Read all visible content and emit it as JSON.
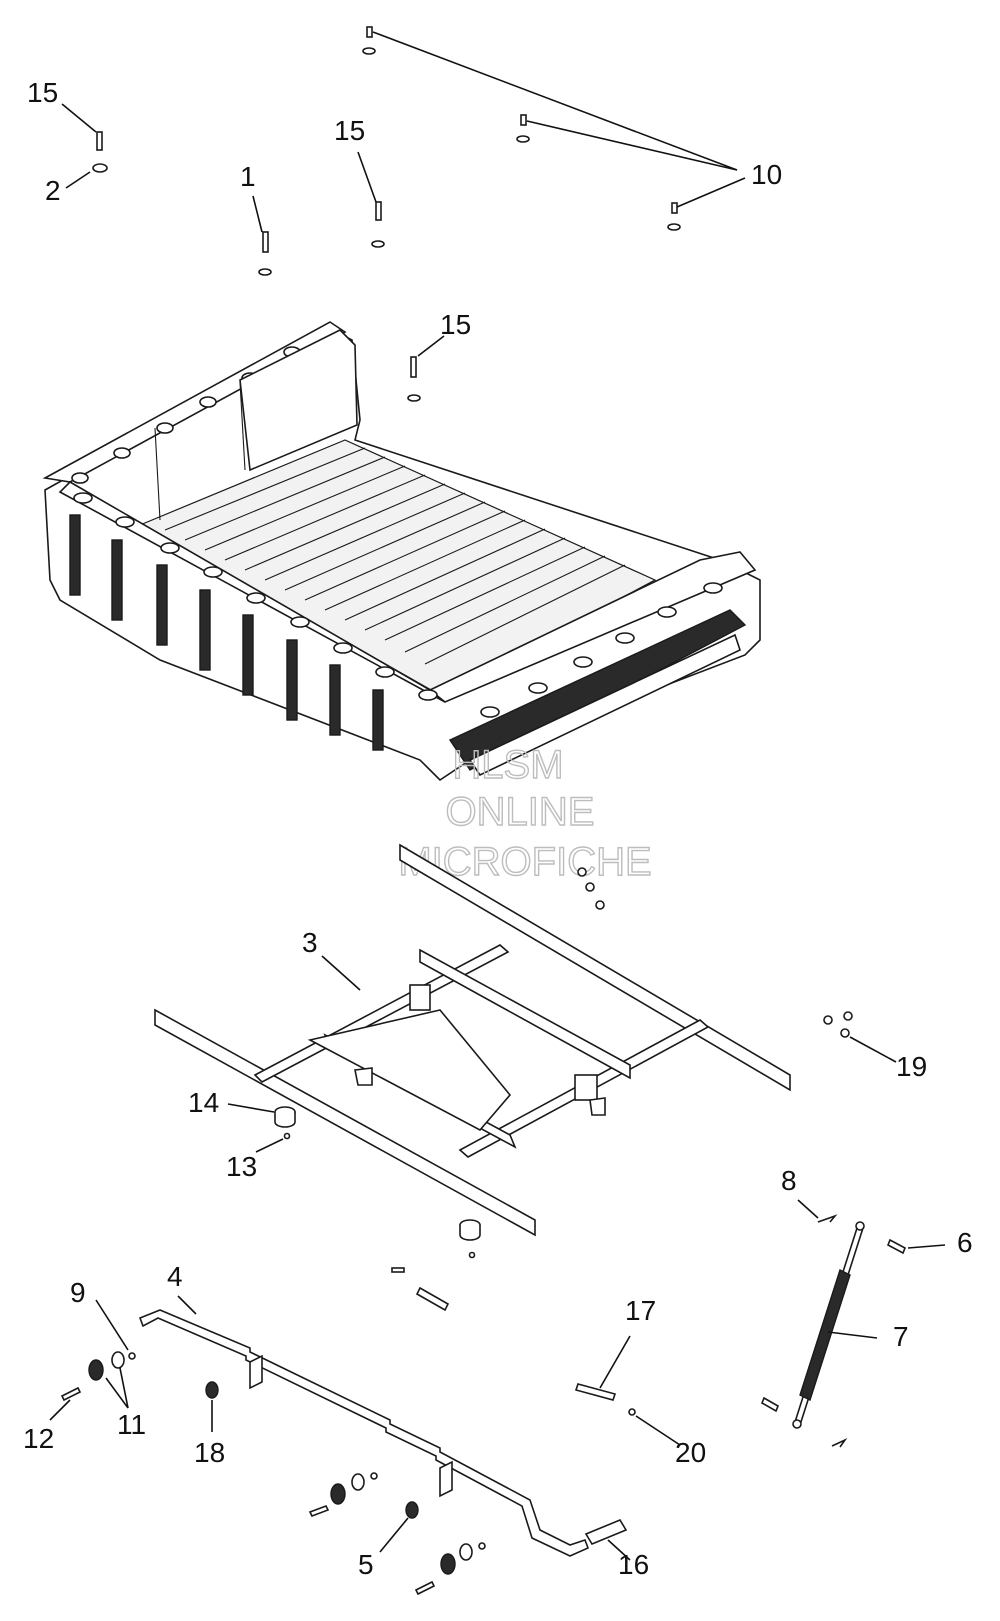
{
  "diagram": {
    "callouts": [
      {
        "id": "15",
        "label": "15"
      },
      {
        "id": "2",
        "label": "2"
      },
      {
        "id": "1",
        "label": "1"
      },
      {
        "id": "15",
        "label": "15"
      },
      {
        "id": "10",
        "label": "10"
      },
      {
        "id": "15",
        "label": "15"
      },
      {
        "id": "3",
        "label": "3"
      },
      {
        "id": "19",
        "label": "19"
      },
      {
        "id": "14",
        "label": "14"
      },
      {
        "id": "13",
        "label": "13"
      },
      {
        "id": "8",
        "label": "8"
      },
      {
        "id": "6",
        "label": "6"
      },
      {
        "id": "7",
        "label": "7"
      },
      {
        "id": "9",
        "label": "9"
      },
      {
        "id": "4",
        "label": "4"
      },
      {
        "id": "17",
        "label": "17"
      },
      {
        "id": "12",
        "label": "12"
      },
      {
        "id": "11",
        "label": "11"
      },
      {
        "id": "18",
        "label": "18"
      },
      {
        "id": "20",
        "label": "20"
      },
      {
        "id": "5",
        "label": "5"
      },
      {
        "id": "16",
        "label": "16"
      }
    ],
    "watermark": {
      "line1": "HLSM",
      "line2": "ONLINE",
      "line3": "MICROFICHE"
    }
  }
}
